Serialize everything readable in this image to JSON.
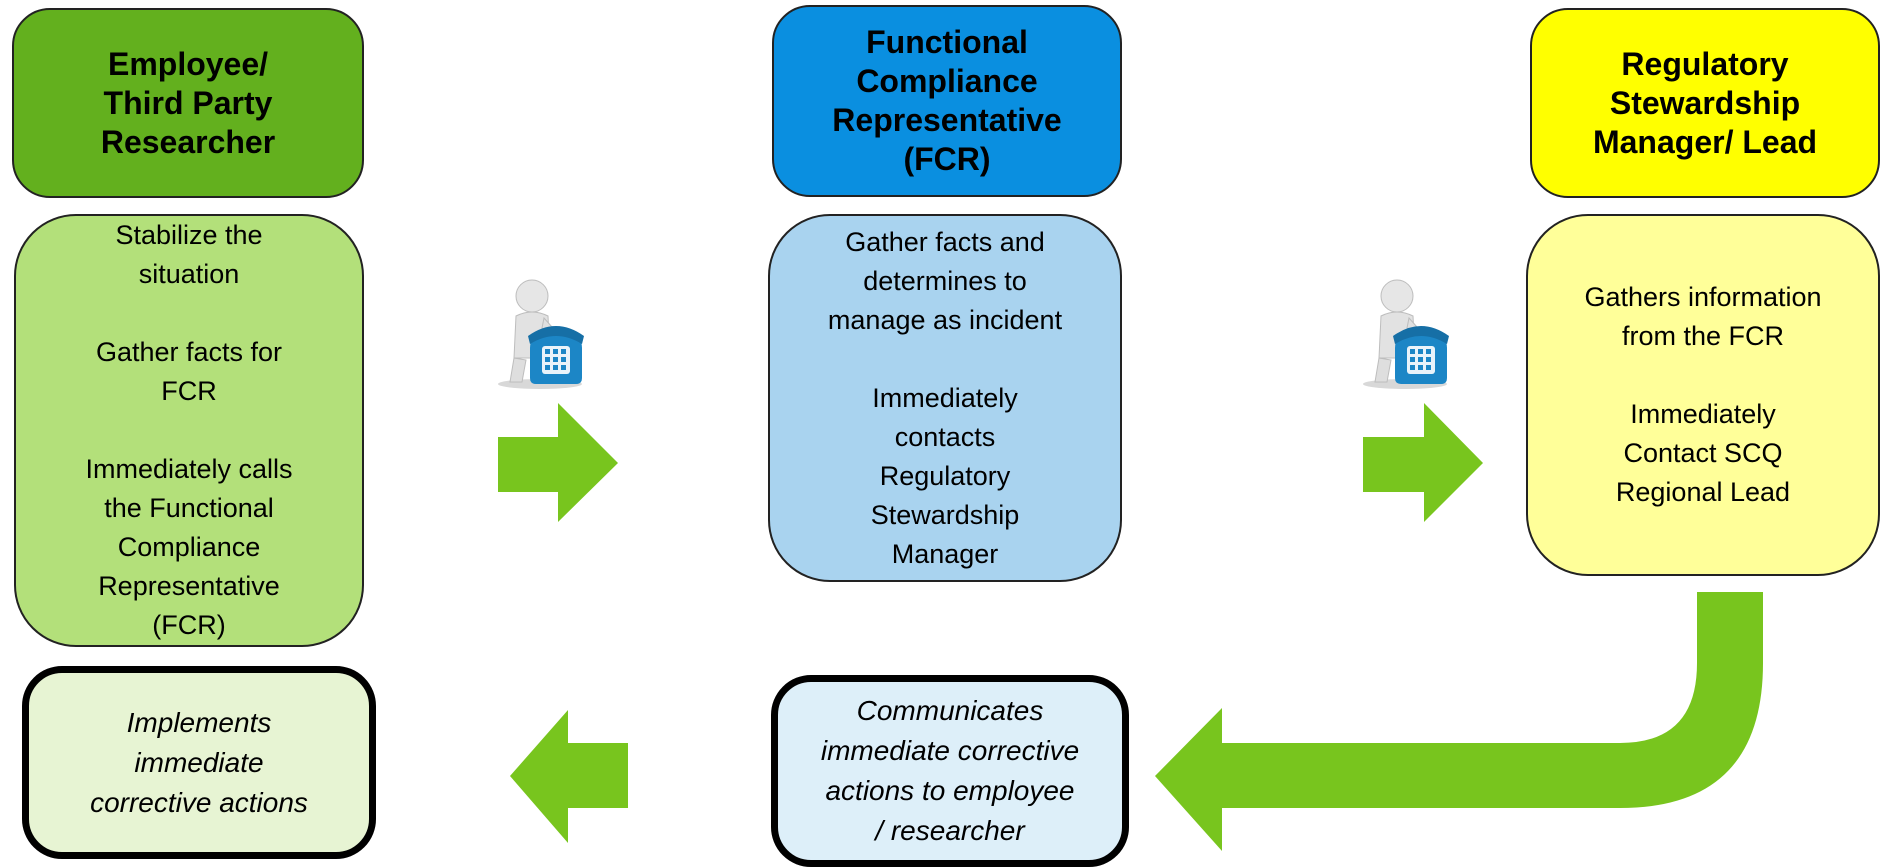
{
  "columns": [
    {
      "header": "Employee/\nThird Party\nResearcher",
      "header_color": "#63B01E",
      "body": "Stabilize the\nsituation\n\nGather facts for\nFCR\n\nImmediately calls\nthe Functional\nCompliance\nRepresentative\n(FCR)",
      "body_color": "#B3E07A"
    },
    {
      "header": "Functional\nCompliance\nRepresentative\n(FCR)",
      "header_color": "#0A8FE0",
      "body": "Gather facts and\ndetermines to\nmanage as incident\n\nImmediately\ncontacts\nRegulatory\nStewardship\nManager",
      "body_color": "#A9D3EF"
    },
    {
      "header": "Regulatory\nStewardship\nManager/ Lead",
      "header_color": "#FFFF00",
      "body": "Gathers information\nfrom the FCR\n\nImmediately\nContact SCQ\nRegional Lead",
      "body_color": "#FFFF99"
    }
  ],
  "actions": {
    "left": "Implements\nimmediate\ncorrective actions",
    "center": "Communicates\nimmediate corrective\nactions to employee\n/ researcher"
  },
  "colors": {
    "arrow": "#78C51E",
    "action_left_fill": "#E7F4D3",
    "action_center_fill": "#DDEFF9"
  },
  "icons": [
    "person-phone-icon",
    "person-phone-icon"
  ]
}
